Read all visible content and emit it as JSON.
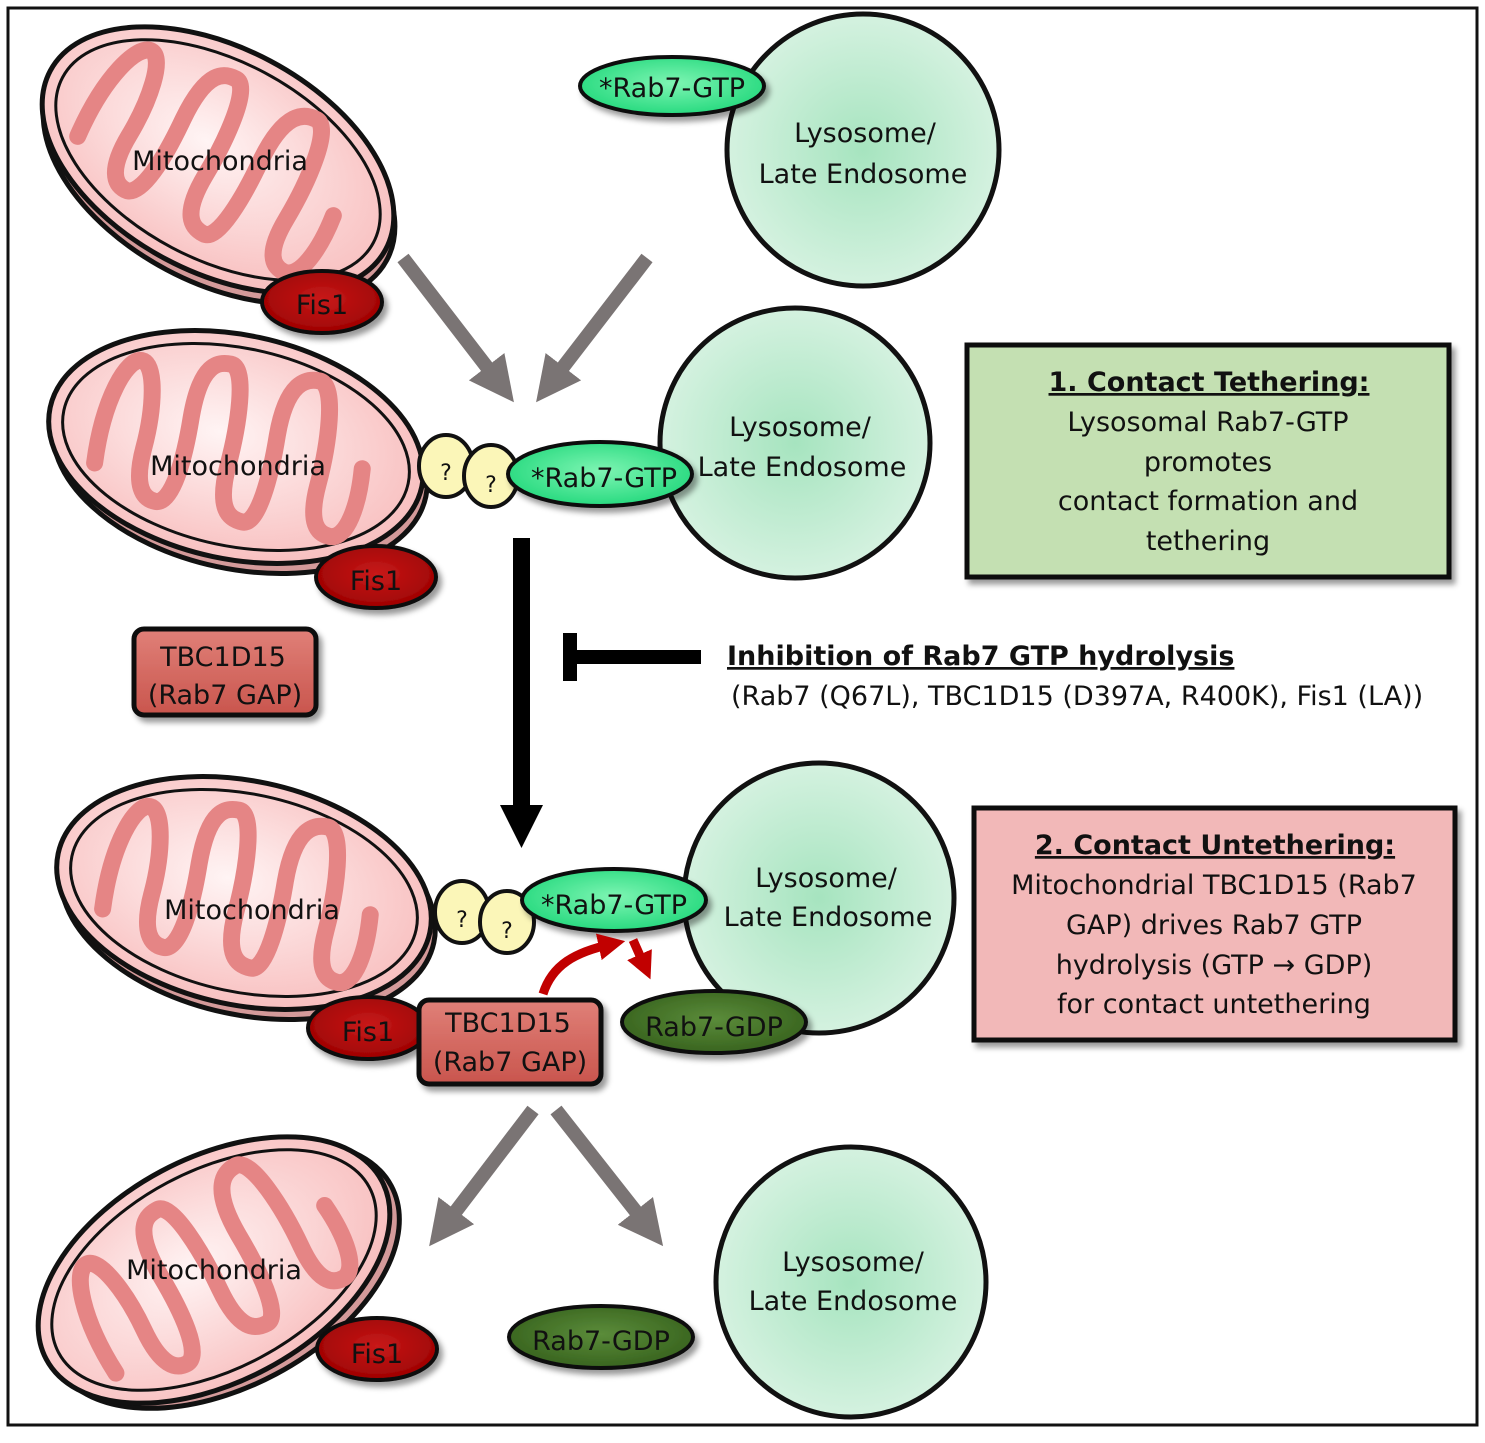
{
  "labels": {
    "mitochondria": "Mitochondria",
    "lysosome_line1": "Lysosome/",
    "lysosome_line2": "Late Endosome",
    "fis1": "Fis1",
    "rab7_gtp": "*Rab7-GTP",
    "rab7_gdp": "Rab7-GDP",
    "tbc1d15_line1": "TBC1D15",
    "tbc1d15_line2": "(Rab7 GAP)",
    "unknown": "?"
  },
  "tethering_box": {
    "title": "1. Contact Tethering:",
    "lines": [
      "Lysosomal Rab7-GTP",
      "promotes",
      "contact formation and",
      "tethering"
    ]
  },
  "untethering_box": {
    "title": "2. Contact Untethering:",
    "lines": [
      "Mitochondrial TBC1D15 (Rab7",
      "GAP) drives Rab7 GTP",
      "hydrolysis (GTP → GDP)",
      "for contact untethering"
    ]
  },
  "inhibition": {
    "title": "Inhibition of Rab7 GTP hydrolysis",
    "detail": "(Rab7 (Q67L), TBC1D15 (D397A, R400K), Fis1 (LA))"
  },
  "colors": {
    "mito_fill": "#f9c9c9",
    "mito_crista": "#e07878",
    "lysosome_fill": "#cdeed8",
    "fis1_fill": "#a80000",
    "rab7_gtp_fill": "#2ee88a",
    "rab7_gdp_fill": "#3f6e22",
    "tbc_fill": "#d9675f",
    "question_fill": "#fbf6b8",
    "tethering_box_fill": "#c4e0b2",
    "untethering_box_fill": "#f2b8b8",
    "gray_arrow": "#7a7474",
    "red_arrow": "#c10000"
  }
}
